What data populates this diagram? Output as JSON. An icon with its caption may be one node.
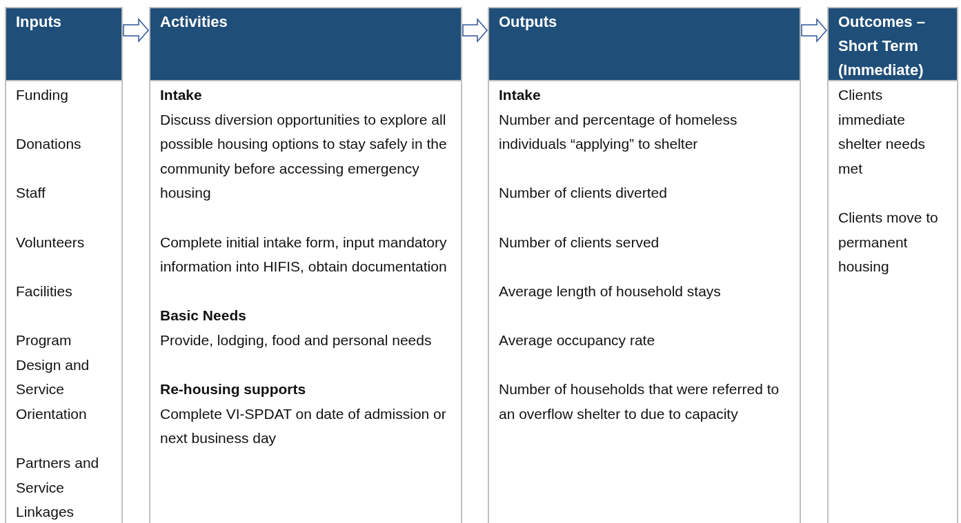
{
  "diagram": {
    "nodes": [
      {
        "text": [
          "Inputs"
        ]
      },
      {
        "text": [
          "Funding",
          "Donations",
          "Staff",
          "Volunteers",
          "Facilities",
          "Program Design and Service Orientation",
          "Partners and Service Linkages"
        ]
      },
      {
        "text": [
          "Activities"
        ]
      },
      {
        "text": [
          "Intake",
          "Discuss diversion opportunities to explore all possible housing options to stay safely in the community before accessing emergency housing",
          "Complete initial intake form, input mandatory information into HIFIS, obtain documentation",
          "Basic Needs",
          "Provide, lodging, food and personal needs",
          "Re-housing  supports",
          "Complete VI-SPDAT on date of admission or next business day"
        ]
      },
      {
        "text": [
          "Outputs"
        ]
      },
      {
        "text": [
          "Intake",
          "Number and percentage of homeless individuals “applying” to shelter",
          "Number of clients diverted",
          "Number of clients served",
          "Average length of household stays",
          "Average occupancy rate",
          "Number of households that were referred to an overflow shelter to due to capacity"
        ]
      },
      {
        "text": [
          "Outcomes – Short Term (Immediate)"
        ]
      },
      {
        "text": [
          "Clients immediate shelter needs met",
          "Clients move to permanent housing"
        ]
      }
    ],
    "edges": [
      {
        "from": 0,
        "to": 2,
        "arrow": "to"
      },
      {
        "from": 2,
        "to": 4,
        "arrow": "to"
      },
      {
        "from": 4,
        "to": 6,
        "arrow": "to"
      }
    ]
  }
}
